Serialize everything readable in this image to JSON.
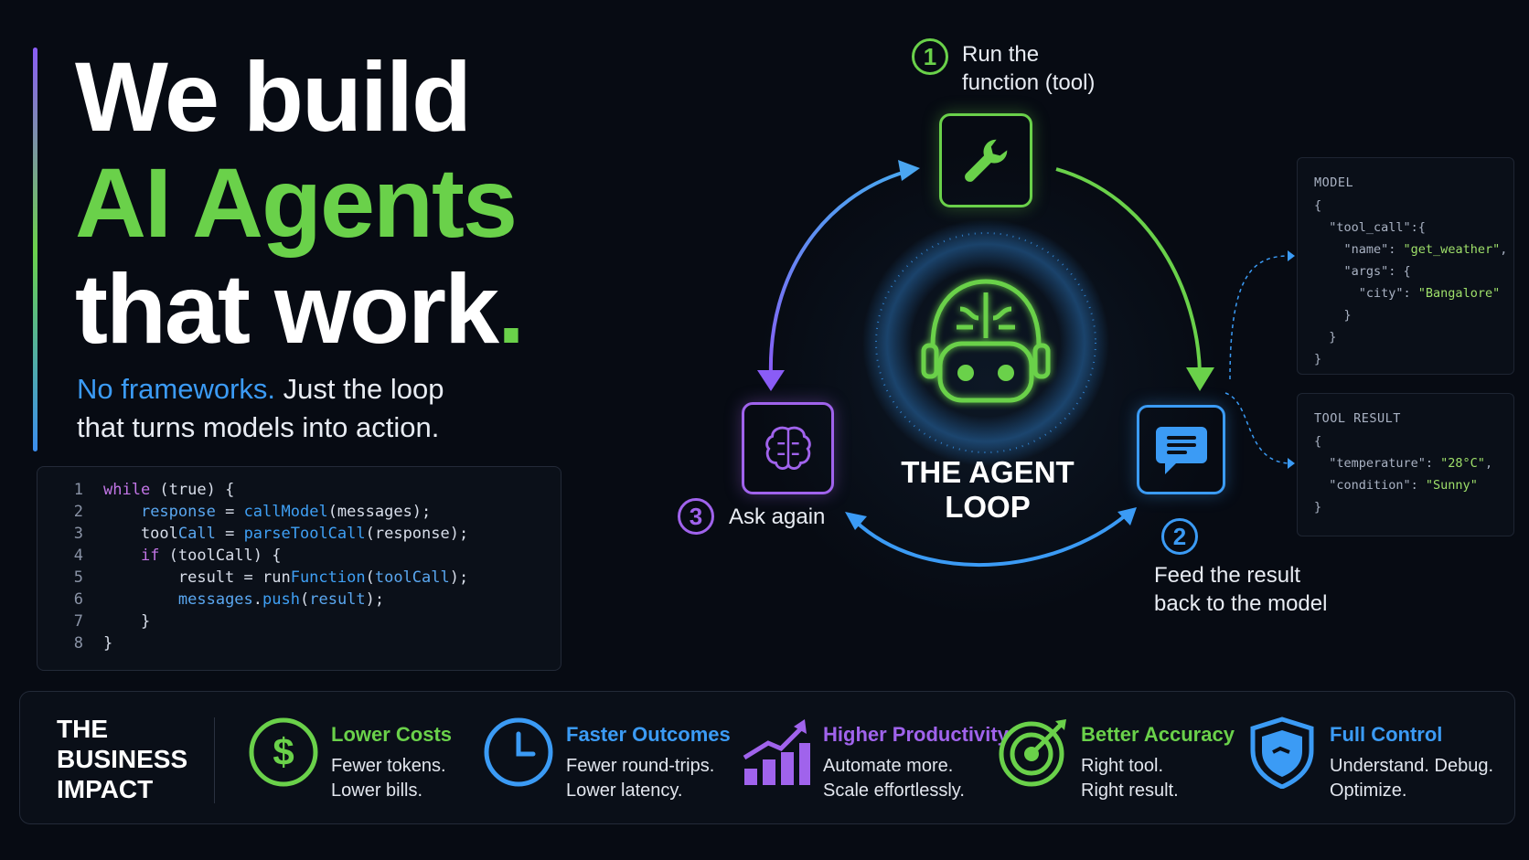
{
  "headline": {
    "line1": "We build",
    "line2": "AI Agents",
    "line3": "that work",
    "dot": "."
  },
  "subline": {
    "highlight": "No frameworks.",
    "rest1": " Just the loop",
    "rest2": "that turns models into action."
  },
  "code": {
    "lines": [
      {
        "num": "1",
        "parts": [
          {
            "t": "while",
            "c": "kw"
          },
          {
            "t": " (true) {",
            "c": ""
          }
        ]
      },
      {
        "num": "2",
        "parts": [
          {
            "t": "    ",
            "c": ""
          },
          {
            "t": "response",
            "c": "id"
          },
          {
            "t": " = ",
            "c": ""
          },
          {
            "t": "callModel",
            "c": "fn"
          },
          {
            "t": "(messages);",
            "c": ""
          }
        ]
      },
      {
        "num": "3",
        "parts": [
          {
            "t": "    tool",
            "c": ""
          },
          {
            "t": "Call",
            "c": "id"
          },
          {
            "t": " = ",
            "c": ""
          },
          {
            "t": "parseToolCall",
            "c": "fn"
          },
          {
            "t": "(response);",
            "c": ""
          }
        ]
      },
      {
        "num": "4",
        "parts": [
          {
            "t": "    ",
            "c": ""
          },
          {
            "t": "if",
            "c": "kw"
          },
          {
            "t": " (toolCall) {",
            "c": ""
          }
        ]
      },
      {
        "num": "5",
        "parts": [
          {
            "t": "        result = run",
            "c": ""
          },
          {
            "t": "Function",
            "c": "fn"
          },
          {
            "t": "(",
            "c": ""
          },
          {
            "t": "toolCall",
            "c": "id"
          },
          {
            "t": ");",
            "c": ""
          }
        ]
      },
      {
        "num": "6",
        "parts": [
          {
            "t": "        ",
            "c": ""
          },
          {
            "t": "messages",
            "c": "id"
          },
          {
            "t": ".",
            "c": ""
          },
          {
            "t": "push",
            "c": "fn"
          },
          {
            "t": "(",
            "c": ""
          },
          {
            "t": "result",
            "c": "id"
          },
          {
            "t": ");",
            "c": ""
          }
        ]
      },
      {
        "num": "7",
        "parts": [
          {
            "t": "    }",
            "c": ""
          }
        ]
      },
      {
        "num": "8",
        "parts": [
          {
            "t": "}",
            "c": ""
          }
        ]
      }
    ]
  },
  "loop": {
    "title_line1": "THE AGENT",
    "title_line2": "LOOP",
    "step1": {
      "num": "1",
      "line1": "Run the",
      "line2": "function (tool)"
    },
    "step2": {
      "num": "2",
      "line1": "Feed the result",
      "line2": "back to the model"
    },
    "step3": {
      "num": "3",
      "label": "Ask again"
    }
  },
  "model_panel": {
    "title": "MODEL",
    "lines": [
      [
        {
          "t": "{",
          "s": false
        }
      ],
      [
        {
          "t": "  \"tool_call\":{",
          "s": false
        }
      ],
      [
        {
          "t": "    \"name\": ",
          "s": false
        },
        {
          "t": "\"get_weather\"",
          "s": true
        },
        {
          "t": ",",
          "s": false
        }
      ],
      [
        {
          "t": "    \"args\": {",
          "s": false
        }
      ],
      [
        {
          "t": "      \"city\": ",
          "s": false
        },
        {
          "t": "\"Bangalore\"",
          "s": true
        }
      ],
      [
        {
          "t": "    }",
          "s": false
        }
      ],
      [
        {
          "t": "  }",
          "s": false
        }
      ],
      [
        {
          "t": "}",
          "s": false
        }
      ]
    ]
  },
  "result_panel": {
    "title": "TOOL RESULT",
    "lines": [
      [
        {
          "t": "{",
          "s": false
        }
      ],
      [
        {
          "t": "  \"temperature\": ",
          "s": false
        },
        {
          "t": "\"28°C\"",
          "s": true
        },
        {
          "t": ",",
          "s": false
        }
      ],
      [
        {
          "t": "  \"condition\": ",
          "s": false
        },
        {
          "t": "\"Sunny\"",
          "s": true
        }
      ],
      [
        {
          "t": "}",
          "s": false
        }
      ]
    ]
  },
  "impact": {
    "heading": [
      "THE",
      "BUSINESS",
      "IMPACT"
    ],
    "items": [
      {
        "title": "Lower Costs",
        "desc1": "Fewer tokens.",
        "desc2": "Lower bills.",
        "color": "#6ad14a",
        "icon": "dollar-icon"
      },
      {
        "title": "Faster Outcomes",
        "desc1": "Fewer round-trips.",
        "desc2": "Lower latency.",
        "color": "#3b9bf5",
        "icon": "clock-icon"
      },
      {
        "title": "Higher Productivity",
        "desc1": "Automate more.",
        "desc2": "Scale effortlessly.",
        "color": "#a063ec",
        "icon": "chart-growth-icon"
      },
      {
        "title": "Better Accuracy",
        "desc1": "Right tool.",
        "desc2": "Right result.",
        "color": "#6ad14a",
        "icon": "target-icon"
      },
      {
        "title": "Full Control",
        "desc1": "Understand. Debug.",
        "desc2": "Optimize.",
        "color": "#3b9bf5",
        "icon": "shield-icon"
      }
    ]
  },
  "colors": {
    "green": "#6ad14a",
    "blue": "#3b9bf5",
    "purple": "#a063ec",
    "background": "#070b13"
  }
}
